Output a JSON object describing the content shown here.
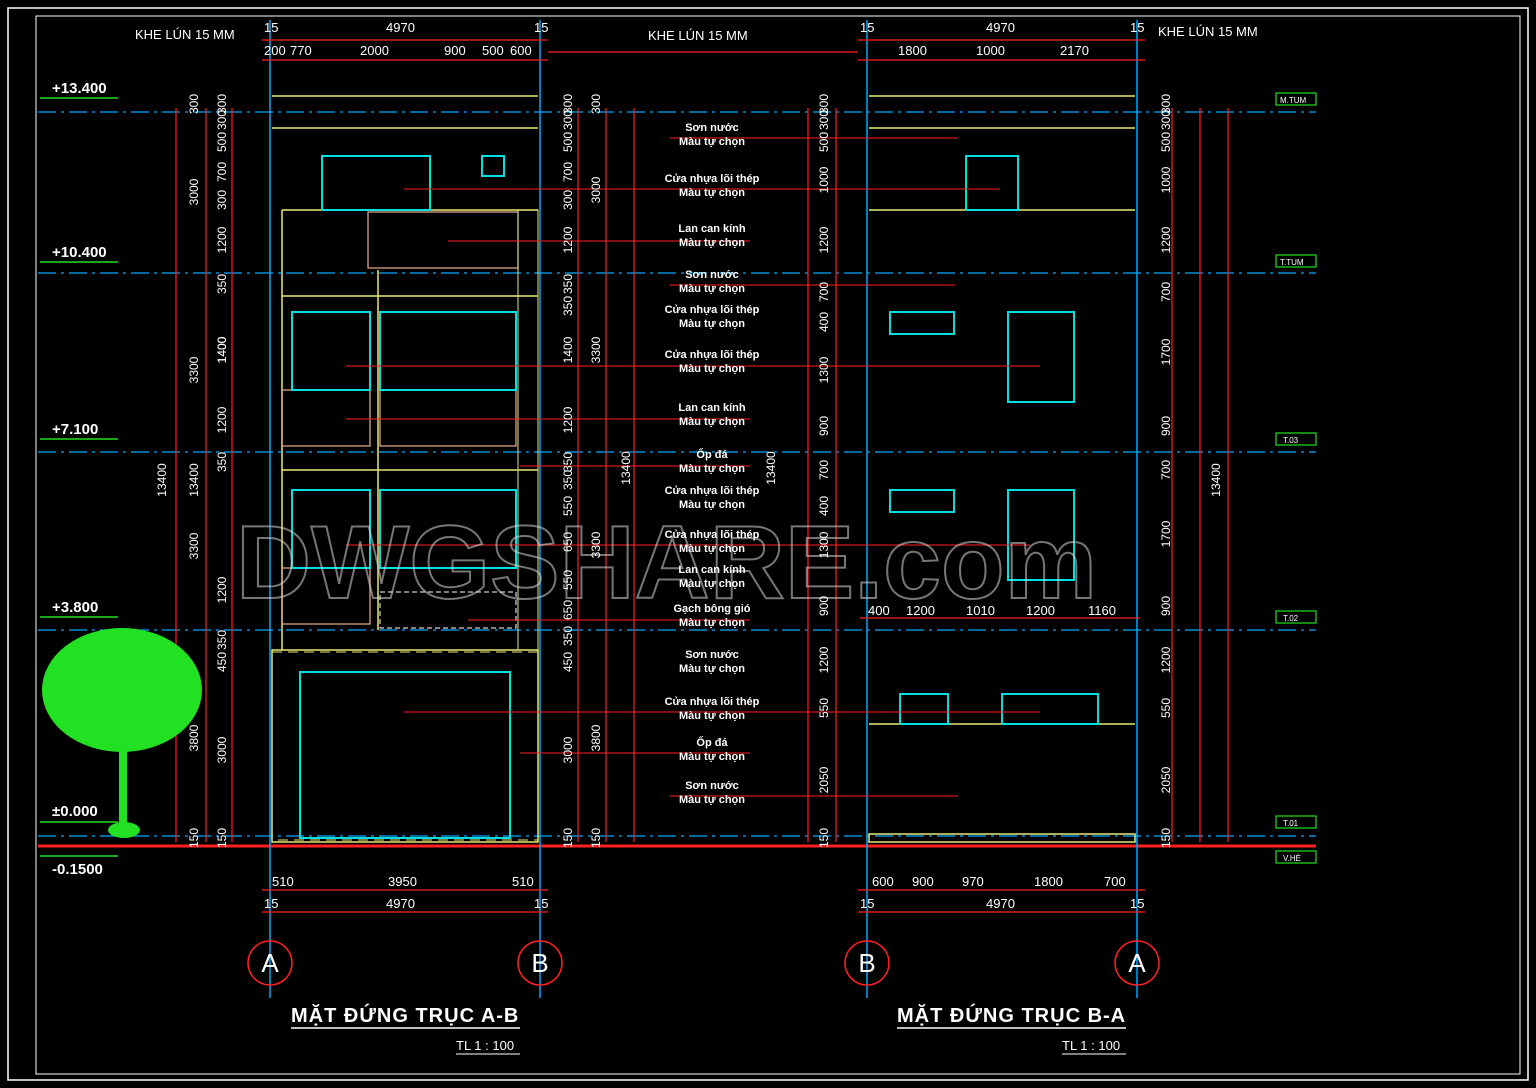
{
  "titles": {
    "left": "MẶT ĐỨNG TRỤC A-B",
    "left_scale": "TL 1 : 100",
    "right": "MẶT ĐỨNG TRỤC B-A",
    "right_scale": "TL 1 : 100"
  },
  "watermark": "DWGSHARE.com",
  "khe_lun": "KHE LÚN 15 MM",
  "axes": {
    "a": "A",
    "b": "B"
  },
  "levels": [
    "+13.400",
    "+10.400",
    "+7.100",
    "+3.800",
    "±0.000",
    "-0.1500"
  ],
  "level_tags": [
    "M.TUM",
    "T.TUM",
    "T.03",
    "T.02",
    "T.01",
    "V.HÈ"
  ],
  "top_dims_left": [
    "15",
    "4970",
    "15"
  ],
  "top_sub_left": [
    "200",
    "770",
    "2000",
    "900",
    "500",
    "600"
  ],
  "top_dims_right": [
    "15",
    "4970",
    "15"
  ],
  "top_sub_right": [
    "1800",
    "1000",
    "2170"
  ],
  "bot_sub_left": [
    "510",
    "3950",
    "510"
  ],
  "bot_dims_left": [
    "15",
    "4970",
    "15"
  ],
  "bot_sub_right": [
    "600",
    "900",
    "970",
    "1800",
    "700"
  ],
  "bot_dims_right": [
    "15",
    "4970",
    "15"
  ],
  "mid_right_dims": [
    "400",
    "1200",
    "1010",
    "1200",
    "1160"
  ],
  "v_outer": [
    "300",
    "3000",
    "3300",
    "3300",
    "13400"
  ],
  "v_outer2": [
    "3800",
    "150"
  ],
  "v_inner": [
    "300",
    "300",
    "500",
    "700",
    "300",
    "1200",
    "350",
    "1400",
    "1200",
    "350",
    "1400",
    "1200",
    "350",
    "450",
    "3000",
    "150"
  ],
  "v_inner_right": [
    "300",
    "300",
    "500",
    "1000",
    "1200",
    "700",
    "400",
    "1300",
    "900",
    "700",
    "400",
    "1300",
    "900",
    "1200",
    "550",
    "2050",
    "150"
  ],
  "v_inner_rr": [
    "300",
    "300",
    "500",
    "1000",
    "1200",
    "700",
    "1700",
    "900",
    "700",
    "1700",
    "900",
    "1200",
    "550",
    "2050",
    "150"
  ],
  "v_c2": [
    "300",
    "300",
    "500",
    "700",
    "300",
    "1200",
    "350",
    "350",
    "1400",
    "1200",
    "350",
    "350",
    "550",
    "650",
    "550",
    "650",
    "350",
    "450",
    "3000",
    "150"
  ],
  "v_c3": [
    "300",
    "3000",
    "3300",
    "3300",
    "3800",
    "150",
    "13400"
  ],
  "notes": [
    {
      "a": "Sơn nước",
      "b": "Màu tự chọn"
    },
    {
      "a": "Cửa nhựa lõi thép",
      "b": "Màu tự chọn"
    },
    {
      "a": "Lan can kính",
      "b": "Màu tự chọn"
    },
    {
      "a": "Sơn nước",
      "b": "Màu tự chọn"
    },
    {
      "a": "Cửa nhựa lõi thép",
      "b": "Màu tự chọn"
    },
    {
      "a": "Cửa nhựa lõi thép",
      "b": "Màu tự chọn"
    },
    {
      "a": "Lan can kính",
      "b": "Màu tự chọn"
    },
    {
      "a": "Ốp đá",
      "b": "Màu tự chọn"
    },
    {
      "a": "Cửa nhựa lõi thép",
      "b": "Màu tự chọn"
    },
    {
      "a": "Cửa nhựa lõi thép",
      "b": "Màu tự chọn"
    },
    {
      "a": "Lan can kính",
      "b": "Màu tự chọn"
    },
    {
      "a": "Gạch bông gió",
      "b": "Màu tự chọn"
    },
    {
      "a": "Sơn nước",
      "b": "Màu tự chọn"
    },
    {
      "a": "Cửa nhựa lõi thép",
      "b": "Màu tự chọn"
    },
    {
      "a": "Ốp đá",
      "b": "Màu tự chọn"
    },
    {
      "a": "Sơn nước",
      "b": "Màu tự chọn"
    }
  ],
  "colors": {
    "dim": "#ff2020",
    "grid": "#00a8ff",
    "wall": "#e8e870",
    "window": "#00e0e0",
    "hatch": "#e8b090",
    "tree": "#22e022",
    "text": "#ffffff"
  }
}
